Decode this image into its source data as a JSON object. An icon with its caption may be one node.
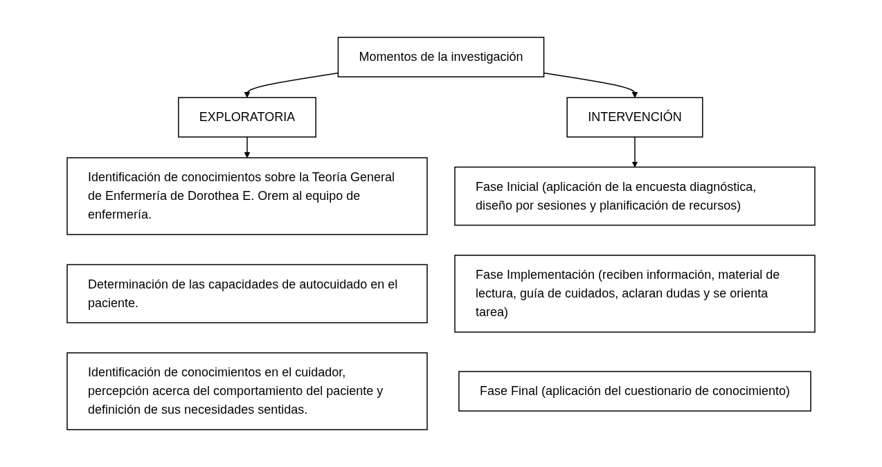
{
  "diagram": {
    "nodes": [
      {
        "text": [
          "Momentos de la investigación"
        ]
      },
      {
        "text": [
          "EXPLORATORIA"
        ]
      },
      {
        "text": [
          "INTERVENCIÓN"
        ]
      },
      {
        "text": [
          "Identificación de conocimientos sobre la Teoría General de Enfermería de Dorothea E. Orem al equipo de enfermería."
        ]
      },
      {
        "text": [
          "Determinación de las capacidades de autocuidado en el paciente."
        ]
      },
      {
        "text": [
          "Identificación de conocimientos en el cuidador, percepción acerca del comportamiento del paciente y definición de sus necesidades sentidas."
        ]
      },
      {
        "text": [
          "Fase Inicial (aplicación de la encuesta diagnóstica, diseño por sesiones y planificación de recursos)"
        ]
      },
      {
        "text": [
          "Fase Implementación (reciben información, material de lectura, guía de cuidados, aclaran dudas y se orienta tarea)"
        ]
      },
      {
        "text": [
          "Fase Final (aplicación del cuestionario de conocimiento)"
        ]
      }
    ],
    "edges": [
      {
        "from": 0,
        "to": 1,
        "arrow": "to"
      },
      {
        "from": 0,
        "to": 2,
        "arrow": "to"
      },
      {
        "from": 1,
        "to": 3,
        "arrow": "to"
      },
      {
        "from": 2,
        "to": 6,
        "arrow": "to"
      }
    ]
  }
}
